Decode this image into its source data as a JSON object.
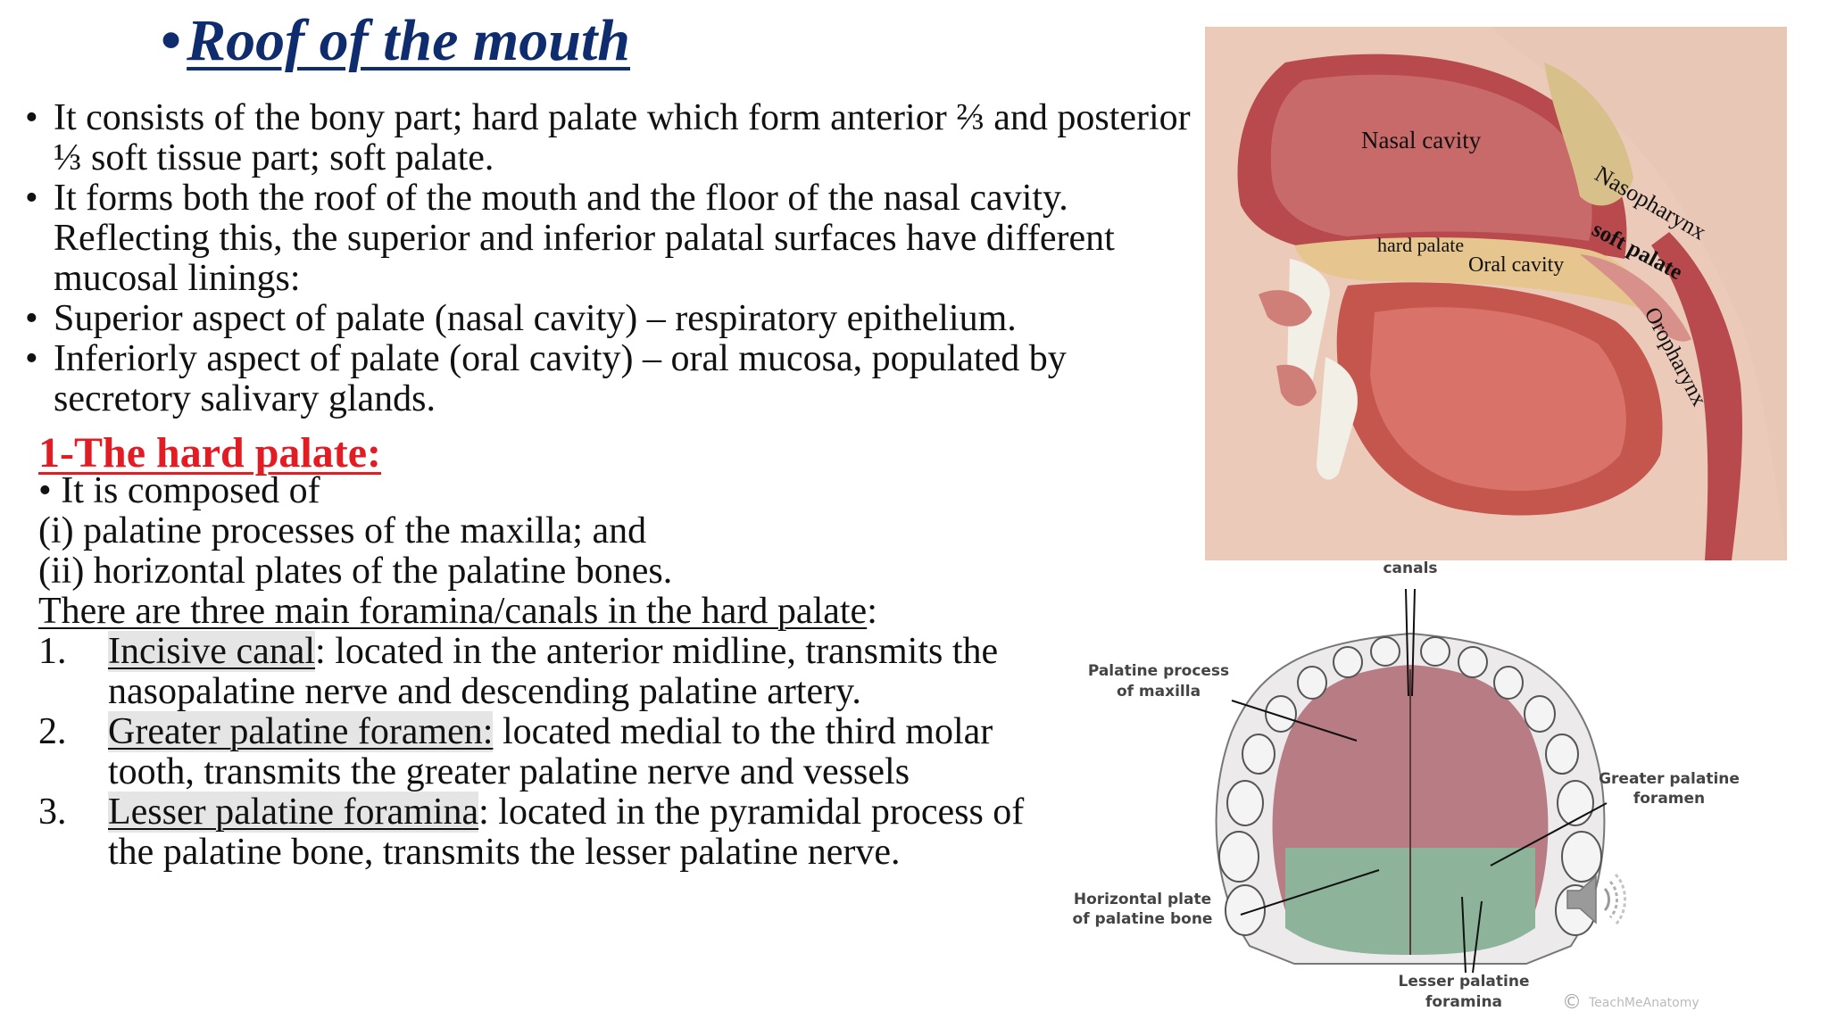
{
  "title": {
    "bullet": "•",
    "text": "Roof of the mouth"
  },
  "bullets": [
    "It consists of the bony part; hard palate which form anterior ⅔ and posterior ⅓ soft tissue part; soft palate.",
    "It forms both the roof of the mouth and the floor of the nasal cavity. Reflecting this, the superior and inferior palatal surfaces have different mucosal linings:",
    "Superior aspect of palate (nasal cavity) – respiratory epithelium.",
    "Inferiorly aspect of palate (oral cavity) – oral mucosa, populated by secretory salivary glands."
  ],
  "bullet_char": "•",
  "hard_palate": {
    "heading": "1-The hard palate:",
    "composed": "• It is composed of",
    "part1": "(i) palatine processes of the maxilla; and",
    "part2": "(ii) horizontal plates of the palatine bones.",
    "foramina_intro": "There are three main foramina/canals in the hard palate",
    "colon": ":",
    "items": [
      {
        "num": "1.",
        "term": "Incisive canal",
        "desc": ": located in the anterior midline, transmits the nasopalatine nerve and descending palatine artery."
      },
      {
        "num": "2.",
        "term": "Greater palatine foramen:",
        "desc": " located medial to the third molar tooth, transmits the greater palatine nerve and vessels"
      },
      {
        "num": "3.",
        "term": "Lesser palatine foramina",
        "desc": ": located in the pyramidal process of the palatine bone, transmits the lesser palatine nerve."
      }
    ]
  },
  "sagittal_labels": {
    "nasal_cavity": "Nasal cavity",
    "nasopharynx": "Nasopharynx",
    "soft_palate": "soft palate",
    "hard_palate": "hard palate",
    "oral_cavity": "Oral cavity",
    "oropharynx": "Oropharynx"
  },
  "palate_labels": {
    "canals": "canals",
    "palatine_process_1": "Palatine process",
    "palatine_process_2": "of maxilla",
    "greater_1": "Greater palatine",
    "greater_2": "foramen",
    "horizontal_1": "Horizontal plate",
    "horizontal_2": "of palatine bone",
    "lesser_1": "Lesser palatine",
    "lesser_2": "foramina",
    "credit_c": "©",
    "credit": "TeachMeAnatomy"
  },
  "colors": {
    "title": "#0f2d6e",
    "heading": "#e31b23",
    "text": "#111111"
  }
}
